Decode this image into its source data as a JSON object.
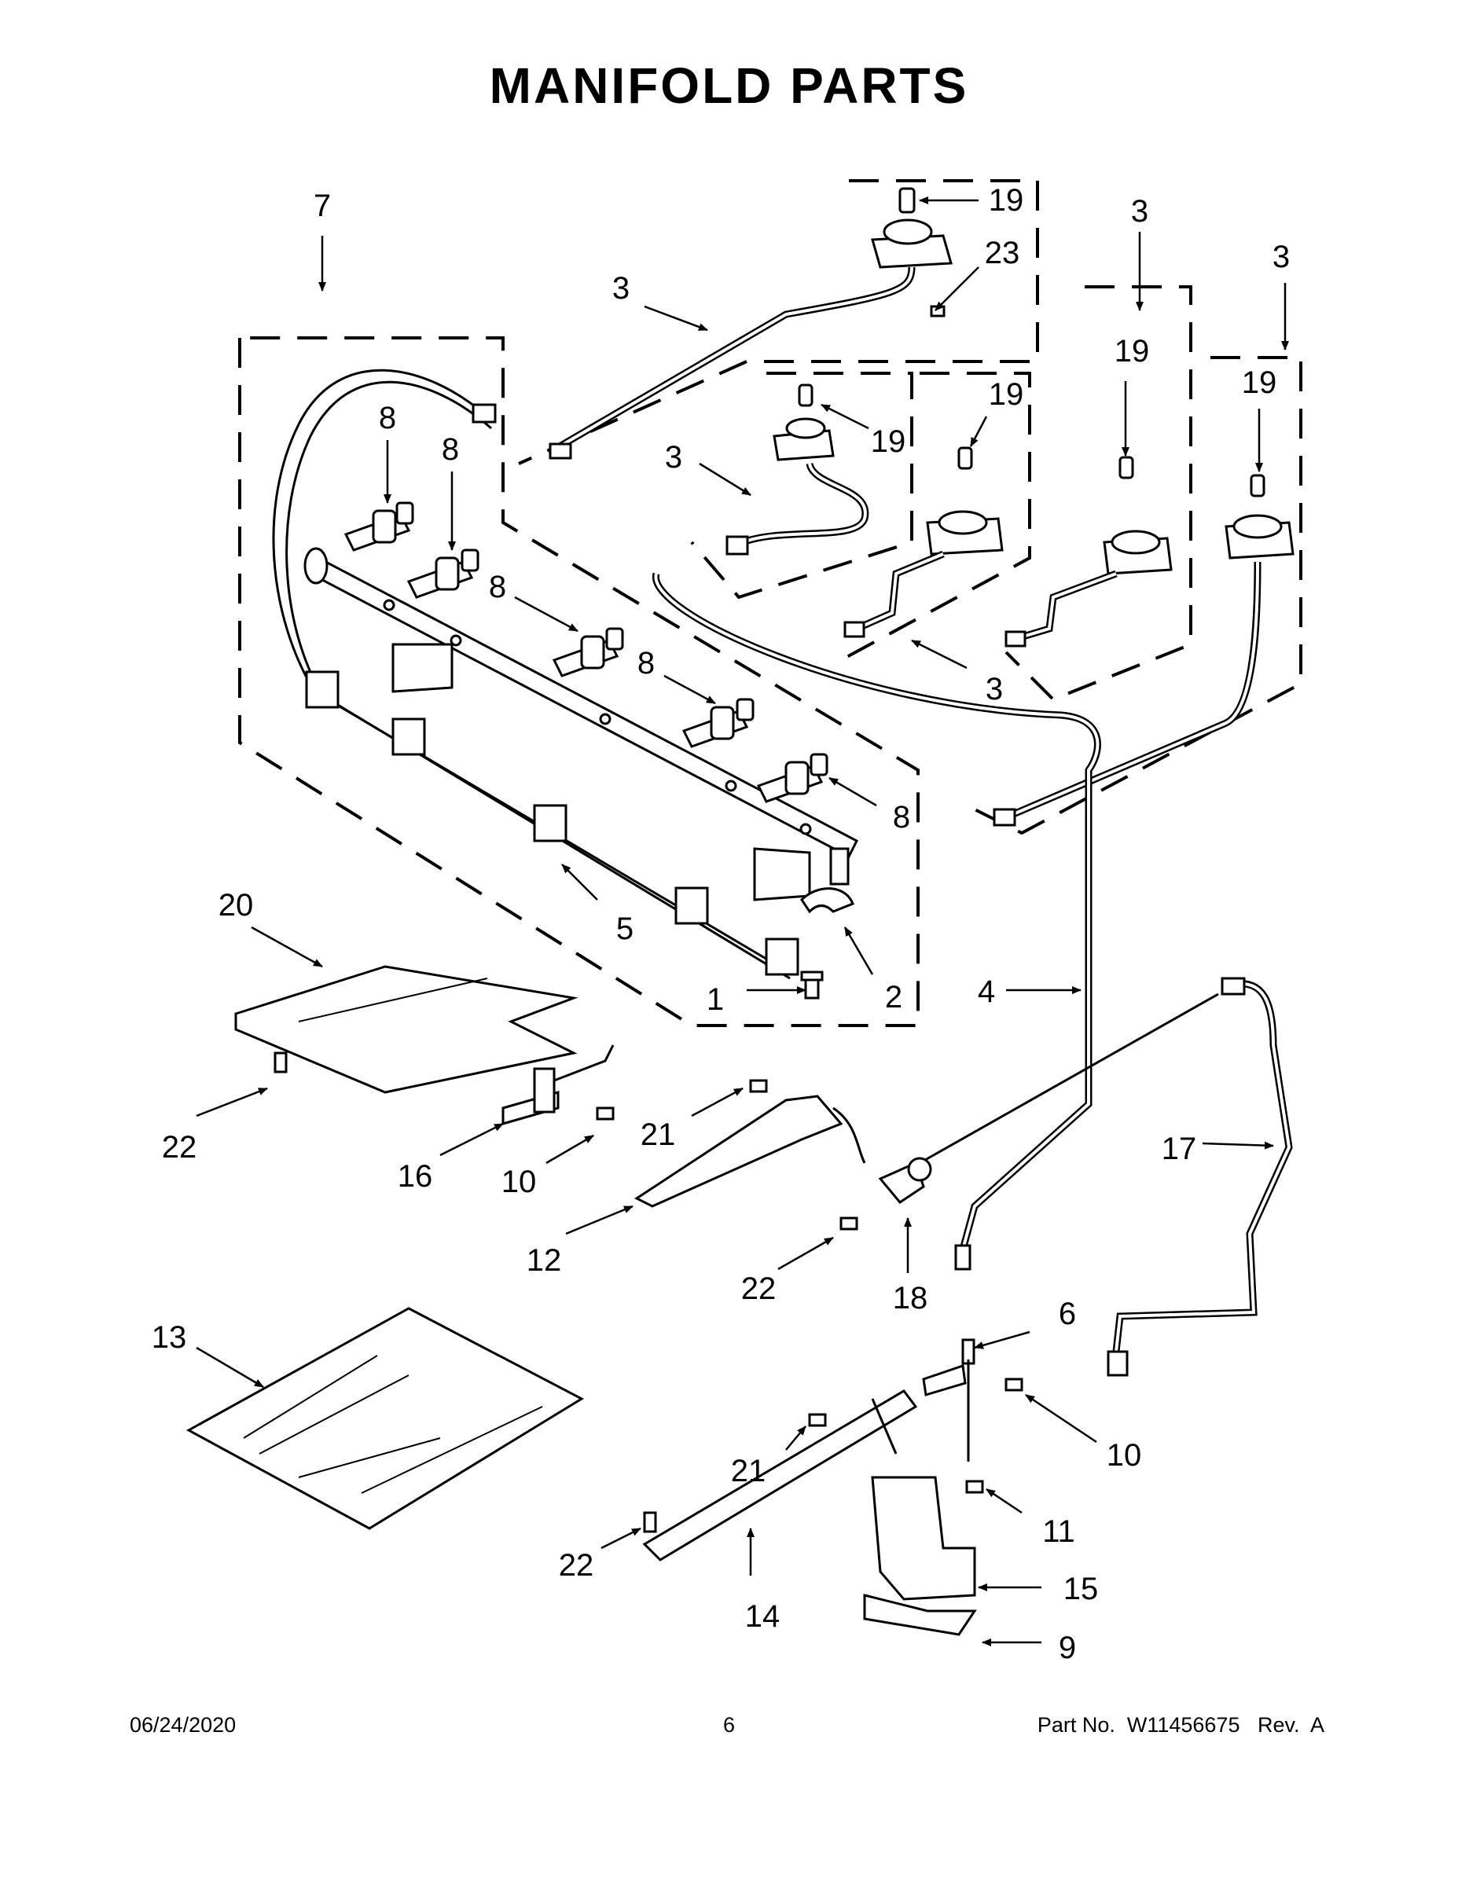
{
  "title": "MANIFOLD PARTS",
  "callouts": {
    "c1": "1",
    "c2": "2",
    "c3a": "3",
    "c3b": "3",
    "c3c": "3",
    "c3d": "3",
    "c3e": "3",
    "c4": "4",
    "c5": "5",
    "c6": "6",
    "c7": "7",
    "c8a": "8",
    "c8b": "8",
    "c8c": "8",
    "c8d": "8",
    "c8e": "8",
    "c9": "9",
    "c10a": "10",
    "c10b": "10",
    "c11": "11",
    "c12": "12",
    "c13": "13",
    "c14": "14",
    "c15": "15",
    "c16": "16",
    "c17": "17",
    "c18": "18",
    "c19a": "19",
    "c19b": "19",
    "c19c": "19",
    "c19d": "19",
    "c19e": "19",
    "c20": "20",
    "c21a": "21",
    "c21b": "21",
    "c22a": "22",
    "c22b": "22",
    "c22c": "22",
    "c23": "23"
  },
  "footer": {
    "date": "06/24/2020",
    "page": "6",
    "part_no": "Part No.  W11456675   Rev.  A"
  }
}
